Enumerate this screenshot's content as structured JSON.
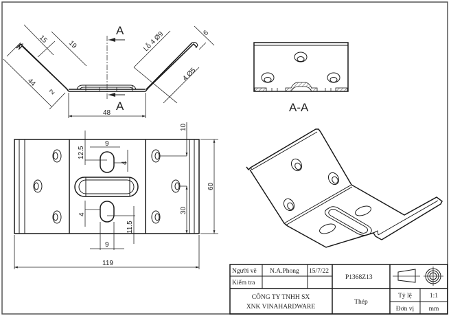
{
  "drawing": {
    "section_marker": "A",
    "section_view_label": "A-A",
    "side_view_dims": {
      "flange": "15",
      "flange_offset": "19",
      "leg_length": "44",
      "thickness": "2",
      "base_width": "48",
      "hole_note_large": "Lỗ 4 Ø9",
      "hole_note_small": "4 Ø5",
      "lip": "6"
    },
    "plan_view_dims": {
      "top_slot_offset": "12.5",
      "top_slot_width": "9",
      "top_slot_height": "4",
      "bottom_slot_height": "4",
      "bottom_slot_offset": "11.5",
      "bottom_slot_width": "9",
      "hole_top_offset": "10",
      "overall_height": "60",
      "hole_mid_offset": "30",
      "overall_length": "119"
    }
  },
  "title_block": {
    "drawn_by_label": "Người vẽ",
    "drawn_by": "N.A.Phong",
    "date": "15/7/22",
    "checked_by_label": "Kiểm tra",
    "checked_by": "",
    "part_number": "P1368Z13",
    "company_line1": "CÔNG TY TNHH SX",
    "company_line2": "XNK VINAHARDWARE",
    "material": "Thép",
    "scale_label": "Tỷ lệ",
    "scale": "1:1",
    "unit_label": "Đơn vị",
    "unit": "mm",
    "projection_symbol": "first-angle-projection-icon"
  }
}
